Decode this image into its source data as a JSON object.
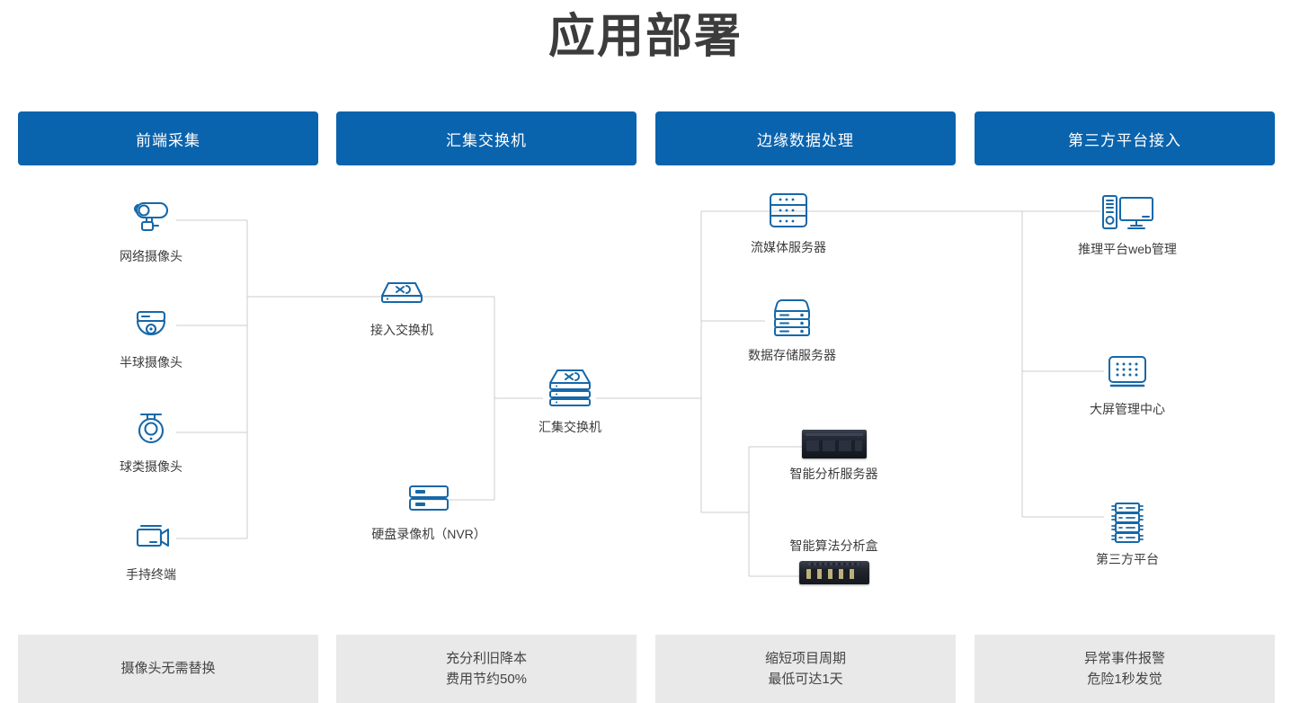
{
  "page": {
    "title": "应用部署",
    "accent_color": "#0a63ad",
    "icon_color": "#1668a8",
    "footer_bg": "#e9e9e9",
    "wire_color": "#cccccc"
  },
  "columns": [
    {
      "header": "前端采集",
      "footer": [
        "摄像头无需替换"
      ]
    },
    {
      "header": "汇集交换机",
      "footer": [
        "充分利旧降本",
        "费用节约50%"
      ]
    },
    {
      "header": "边缘数据处理",
      "footer": [
        "缩短项目周期",
        "最低可达1天"
      ]
    },
    {
      "header": "第三方平台接入",
      "footer": [
        "异常事件报警",
        "危险1秒发觉"
      ]
    }
  ],
  "nodes": {
    "bullet_camera": {
      "label": "网络摄像头",
      "icon": "bullet-camera-icon"
    },
    "dome_camera": {
      "label": "半球摄像头",
      "icon": "dome-camera-icon"
    },
    "ptz_camera": {
      "label": "球类摄像头",
      "icon": "ptz-camera-icon"
    },
    "handheld": {
      "label": "手持终端",
      "icon": "camcorder-icon"
    },
    "access_switch": {
      "label": "接入交换机",
      "icon": "switch-icon"
    },
    "nvr": {
      "label": "硬盘录像机（NVR）",
      "icon": "nvr-icon"
    },
    "agg_switch": {
      "label": "汇集交换机",
      "icon": "stacked-switch-icon"
    },
    "stream_server": {
      "label": "流媒体服务器",
      "icon": "rack-server-icon"
    },
    "storage_server": {
      "label": "数据存储服务器",
      "icon": "storage-server-icon"
    },
    "ai_server": {
      "label": "智能分析服务器",
      "icon": "ai-server-photo"
    },
    "ai_box": {
      "label": "智能算法分析盒",
      "icon": "ai-box-photo"
    },
    "web_platform": {
      "label": "推理平台web管理",
      "icon": "desktop-pc-icon"
    },
    "video_wall": {
      "label": "大屏管理中心",
      "icon": "video-wall-icon"
    },
    "third_party": {
      "label": "第三方平台",
      "icon": "server-rack-icon"
    }
  }
}
